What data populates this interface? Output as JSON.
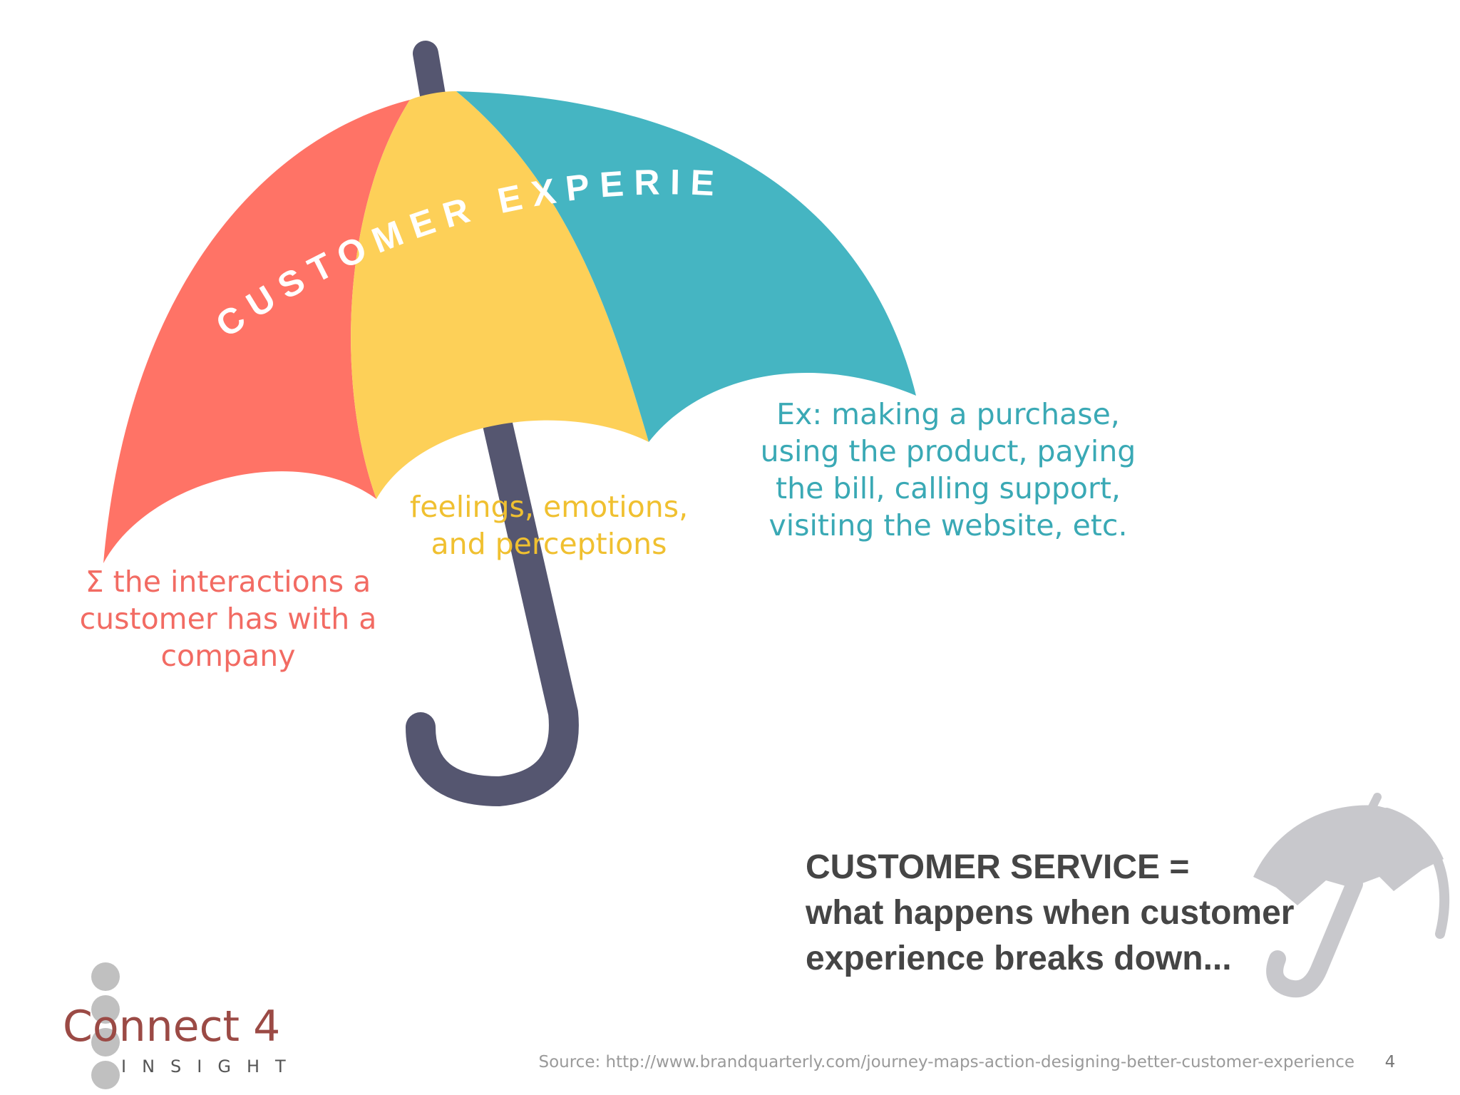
{
  "colors": {
    "red": "#ff7366",
    "yellow": "#fdd058",
    "teal": "#45b5c2",
    "handle": "#555670",
    "gray_umbrella": "#c8c8cc",
    "service_text": "#454545",
    "red_text": "#f26b63",
    "yellow_text": "#f0c030",
    "teal_text": "#3aa9b5",
    "logo_red": "#9b4a45"
  },
  "umbrella": {
    "arc_title": "CUSTOMER EXPERIENCE"
  },
  "labels": {
    "red": "Σ the interactions a\ncustomer has with a\ncompany",
    "yellow": "feelings, emotions,\nand perceptions",
    "teal": "Ex: making a purchase,\nusing the product, paying\nthe bill, calling support,\nvisiting the website, etc."
  },
  "service": {
    "text": "CUSTOMER SERVICE =\nwhat happens when customer\nexperience breaks down..."
  },
  "icons": {
    "main_umbrella": "umbrella-icon",
    "broken_umbrella": "broken-umbrella-icon"
  },
  "footer": {
    "source": "Source: http://www.brandquarterly.com/journey-maps-action-designing-better-customer-experience",
    "page_number": "4"
  },
  "logo": {
    "main": "Connect 4",
    "sub": "INSIGHT"
  }
}
